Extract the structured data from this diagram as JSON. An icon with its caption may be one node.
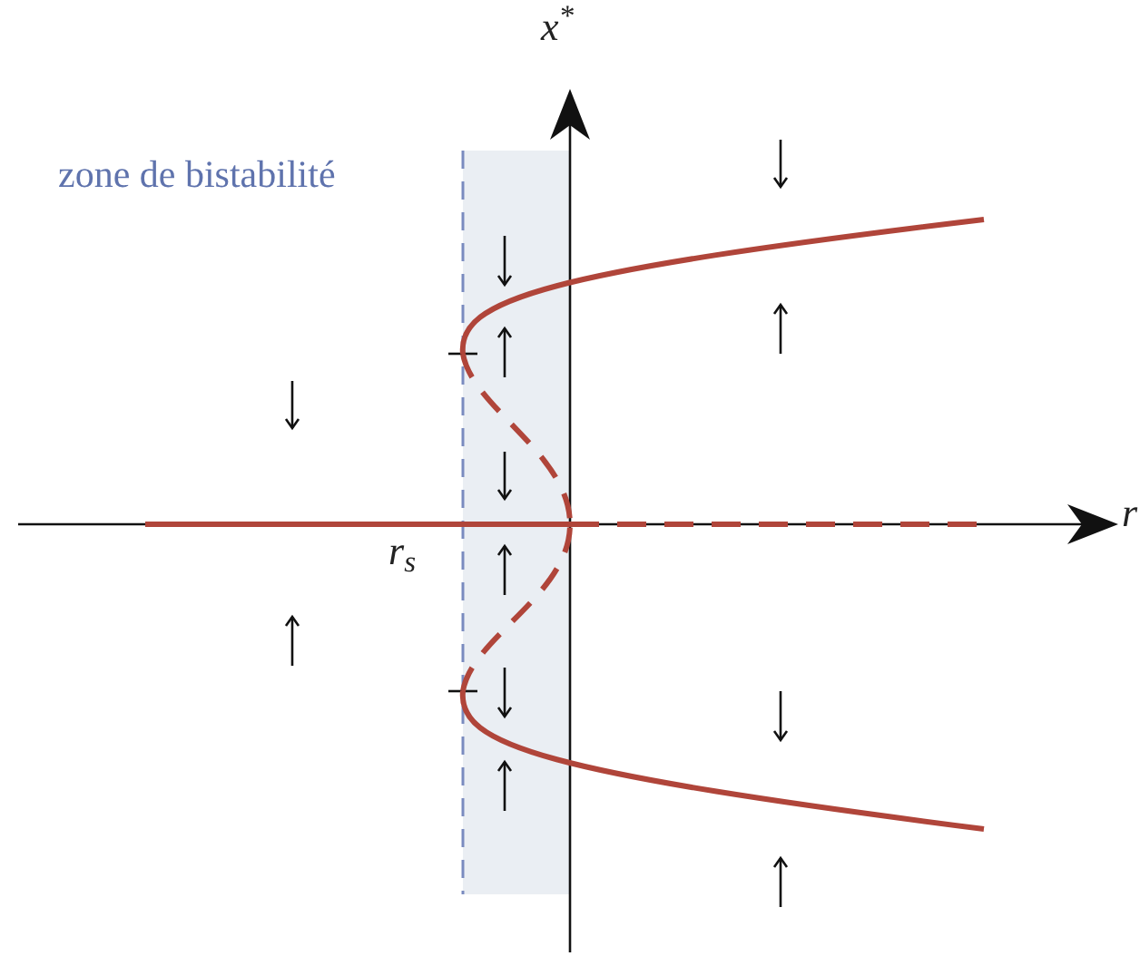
{
  "diagram": {
    "labels": [
      "x$^{*}$",
      "r",
      "r$_{s}$",
      "zone de bistabilité"
    ]
  }
}
